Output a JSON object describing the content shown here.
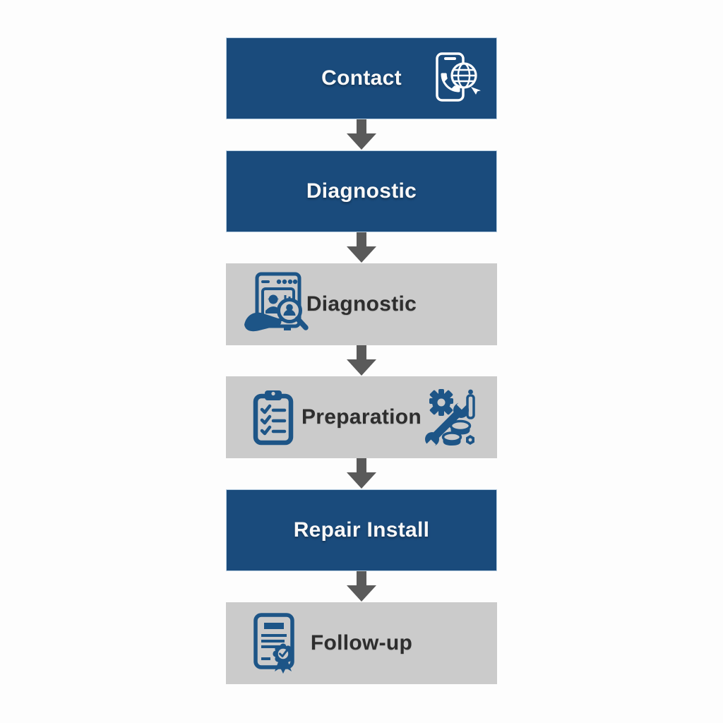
{
  "page": {
    "background_color": "#fdfdfd",
    "type": "process-flowchart"
  },
  "colors": {
    "primary_blue": "#1a4b7c",
    "box_gray": "#cbcbcb",
    "arrow_gray": "#5a5a5a",
    "icon_blue": "#1d5587",
    "text_light": "#f8f8f8",
    "text_dark": "#2e2e2e"
  },
  "flowchart": {
    "steps": [
      {
        "label": "Contact",
        "variant": "blue",
        "icon_right": "phone-globe-icon"
      },
      {
        "label": "Diagnostic",
        "variant": "blue"
      },
      {
        "label": "Diagnostic",
        "variant": "gray",
        "icon_left": "appliance-inspection-icon"
      },
      {
        "label": "Preparation",
        "variant": "gray",
        "icon_left": "checklist-clipboard-icon",
        "icon_right": "repair-tools-icon"
      },
      {
        "label": "Repair Install",
        "variant": "blue"
      },
      {
        "label": "Follow-up",
        "variant": "gray",
        "icon_left": "certificate-document-icon"
      }
    ],
    "connector": "down-arrow"
  }
}
